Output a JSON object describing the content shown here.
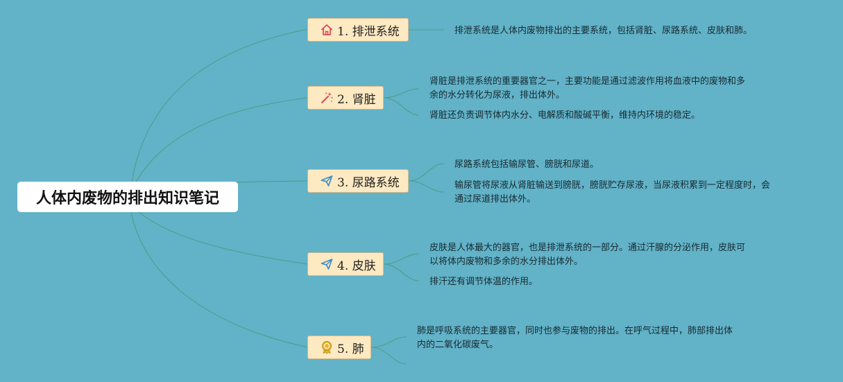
{
  "root": {
    "title": "人体内废物的排出知识笔记"
  },
  "branches": [
    {
      "label": "1. 排泄系统",
      "icon": "house-icon",
      "notes": [
        [
          "排泄系统是人体内废物排出的主要系统，包括肾脏、尿路系统、皮肤和肺。"
        ]
      ]
    },
    {
      "label": "2. 肾脏",
      "icon": "magic-wand-icon",
      "notes": [
        [
          "肾脏是排泄系统的重要器官之一，主要功能是通过滤波作用将血液中的废物和多",
          "余的水分转化为尿液，排出体外。"
        ],
        [
          "肾脏还负责调节体内水分、电解质和酸碱平衡，维持内环境的稳定。"
        ]
      ]
    },
    {
      "label": "3. 尿路系统",
      "icon": "paper-plane-icon",
      "notes": [
        [
          "尿路系统包括输尿管、膀胱和尿道。"
        ],
        [
          "输尿管将尿液从肾脏输送到膀胱，膀胱贮存尿液，当尿液积累到一定程度时，会",
          "通过尿道排出体外。"
        ]
      ]
    },
    {
      "label": "4. 皮肤",
      "icon": "paper-plane-icon",
      "notes": [
        [
          "皮肤是人体最大的器官，也是排泄系统的一部分。通过汗腺的分泌作用，皮肤可",
          "以将体内废物和多余的水分排出体外。"
        ],
        [
          "排汗还有调节体温的作用。"
        ]
      ]
    },
    {
      "label": "5. 肺",
      "icon": "award-badge-icon",
      "notes": [
        [
          "肺是呼吸系统的主要器官，同时也参与废物的排出。在呼气过程中，肺部排出体",
          "内的二氧化碳废气。"
        ],
        [
          ""
        ]
      ]
    }
  ],
  "colors": {
    "background": "#62b2c8",
    "branch_fill": "#fde9c2",
    "branch_border": "#d6b98a",
    "connector": "#4f9e86",
    "house_icon": "#d94a5a",
    "wand_icon": "#d94a5a",
    "plane_icon": "#3d8fc6",
    "badge_icon": "#e4b52e"
  }
}
